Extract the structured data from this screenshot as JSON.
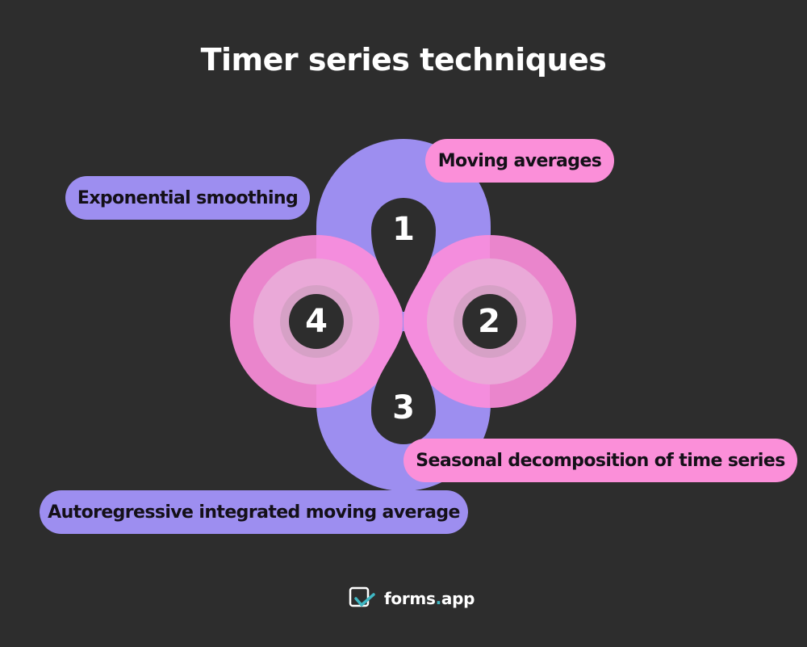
{
  "title": "Timer series techniques",
  "steps": [
    {
      "number": "1",
      "label": "Moving averages",
      "color": "#fb8fd9"
    },
    {
      "number": "2",
      "label": "Seasonal decomposition of time series",
      "color": "#fb8fd9"
    },
    {
      "number": "3",
      "label": "Autoregressive integrated moving average",
      "color": "#9d8ef0"
    },
    {
      "number": "4",
      "label": "Exponential smoothing",
      "color": "#9d8ef0"
    }
  ],
  "colors": {
    "background": "#2d2d2d",
    "purple": "#9d8ef0",
    "pink": "#fb8fd9",
    "pink_outer": "#ea85cc",
    "pink_inner": "#eaa9d8",
    "pink_core": "#d6a1c6",
    "dark": "#2d2d2d"
  },
  "logo": {
    "brand": "forms",
    "dot": ".",
    "suffix": "app"
  }
}
